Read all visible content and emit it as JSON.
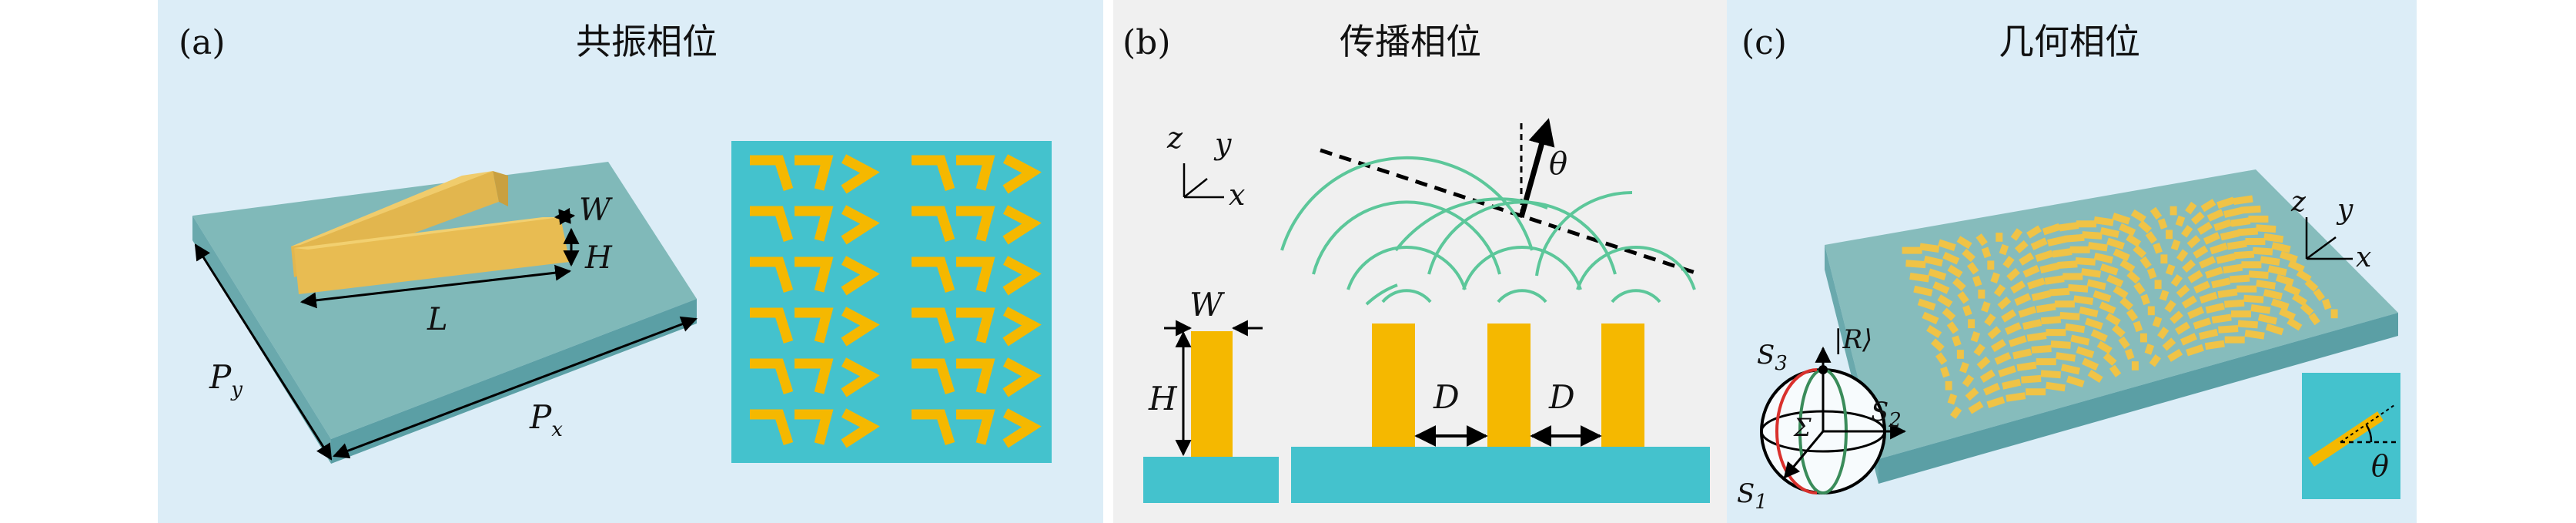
{
  "panel_a": {
    "label": "(a)",
    "title": "共振相位",
    "dims": {
      "w": "W",
      "h": "H",
      "l": "L",
      "px": "P",
      "px_sub": "x",
      "py": "P",
      "py_sub": "y"
    }
  },
  "panel_b": {
    "label": "(b)",
    "title": "传播相位",
    "axes": {
      "z": "z",
      "y": "y",
      "x": "x"
    },
    "dims": {
      "w": "W",
      "h": "H",
      "d1": "D",
      "d2": "D",
      "theta": "θ"
    }
  },
  "panel_c": {
    "label": "(c)",
    "title": "几何相位",
    "axes": {
      "z": "z",
      "y": "y",
      "x": "x"
    },
    "sphere": {
      "s1": "S",
      "s1_sub": "1",
      "s2": "S",
      "s2_sub": "2",
      "s3": "S",
      "s3_sub": "3",
      "state": "|R⟩",
      "sigma": "Σ"
    },
    "inset_theta": "θ"
  },
  "colors": {
    "panel_bg_a": "#dcedf7",
    "panel_bg_b": "#f0f0f0",
    "panel_bg_c": "#dcedf7",
    "substrate_top": "#7fb8b8",
    "substrate_side": "#5b9fa4",
    "cyan": "#44c2cd",
    "gold": "#f5b800",
    "gold_3d": "#e4b84e",
    "wave": "#5cc79a",
    "sphere_red": "#d9302c",
    "sphere_green": "#3a8c5a"
  }
}
